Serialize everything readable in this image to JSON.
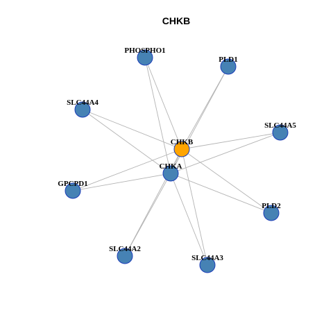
{
  "title": "CHKB",
  "colors": {
    "hub_node": "#FFA500",
    "node": "#4682B4",
    "node_border": "#1A3CB8",
    "edge": "#B3B3B3"
  },
  "nodes": [
    {
      "id": "CHKB",
      "label": "CHKB",
      "role": "hub"
    },
    {
      "id": "CHKA",
      "label": "CHKA",
      "role": "neighbor"
    },
    {
      "id": "PHOSPHO1",
      "label": "PHOSPHO1",
      "role": "neighbor"
    },
    {
      "id": "PLD1",
      "label": "PLD1",
      "role": "neighbor"
    },
    {
      "id": "SLC44A4",
      "label": "SLC44A4",
      "role": "neighbor"
    },
    {
      "id": "SLC44A5",
      "label": "SLC44A5",
      "role": "neighbor"
    },
    {
      "id": "GPCPD1",
      "label": "GPCPD1",
      "role": "neighbor"
    },
    {
      "id": "PLD2",
      "label": "PLD2",
      "role": "neighbor"
    },
    {
      "id": "SLC44A2",
      "label": "SLC44A2",
      "role": "neighbor"
    },
    {
      "id": "SLC44A3",
      "label": "SLC44A3",
      "role": "neighbor"
    }
  ],
  "edges": [
    [
      "CHKB",
      "CHKA"
    ],
    [
      "CHKB",
      "PHOSPHO1"
    ],
    [
      "CHKB",
      "PLD1"
    ],
    [
      "CHKB",
      "SLC44A4"
    ],
    [
      "CHKB",
      "SLC44A5"
    ],
    [
      "CHKB",
      "GPCPD1"
    ],
    [
      "CHKB",
      "PLD2"
    ],
    [
      "CHKB",
      "SLC44A2"
    ],
    [
      "CHKB",
      "SLC44A3"
    ],
    [
      "CHKA",
      "PHOSPHO1"
    ],
    [
      "CHKA",
      "PLD1"
    ],
    [
      "CHKA",
      "SLC44A4"
    ],
    [
      "CHKA",
      "SLC44A5"
    ],
    [
      "CHKA",
      "GPCPD1"
    ],
    [
      "CHKA",
      "PLD2"
    ],
    [
      "CHKA",
      "SLC44A2"
    ],
    [
      "CHKA",
      "SLC44A3"
    ]
  ]
}
